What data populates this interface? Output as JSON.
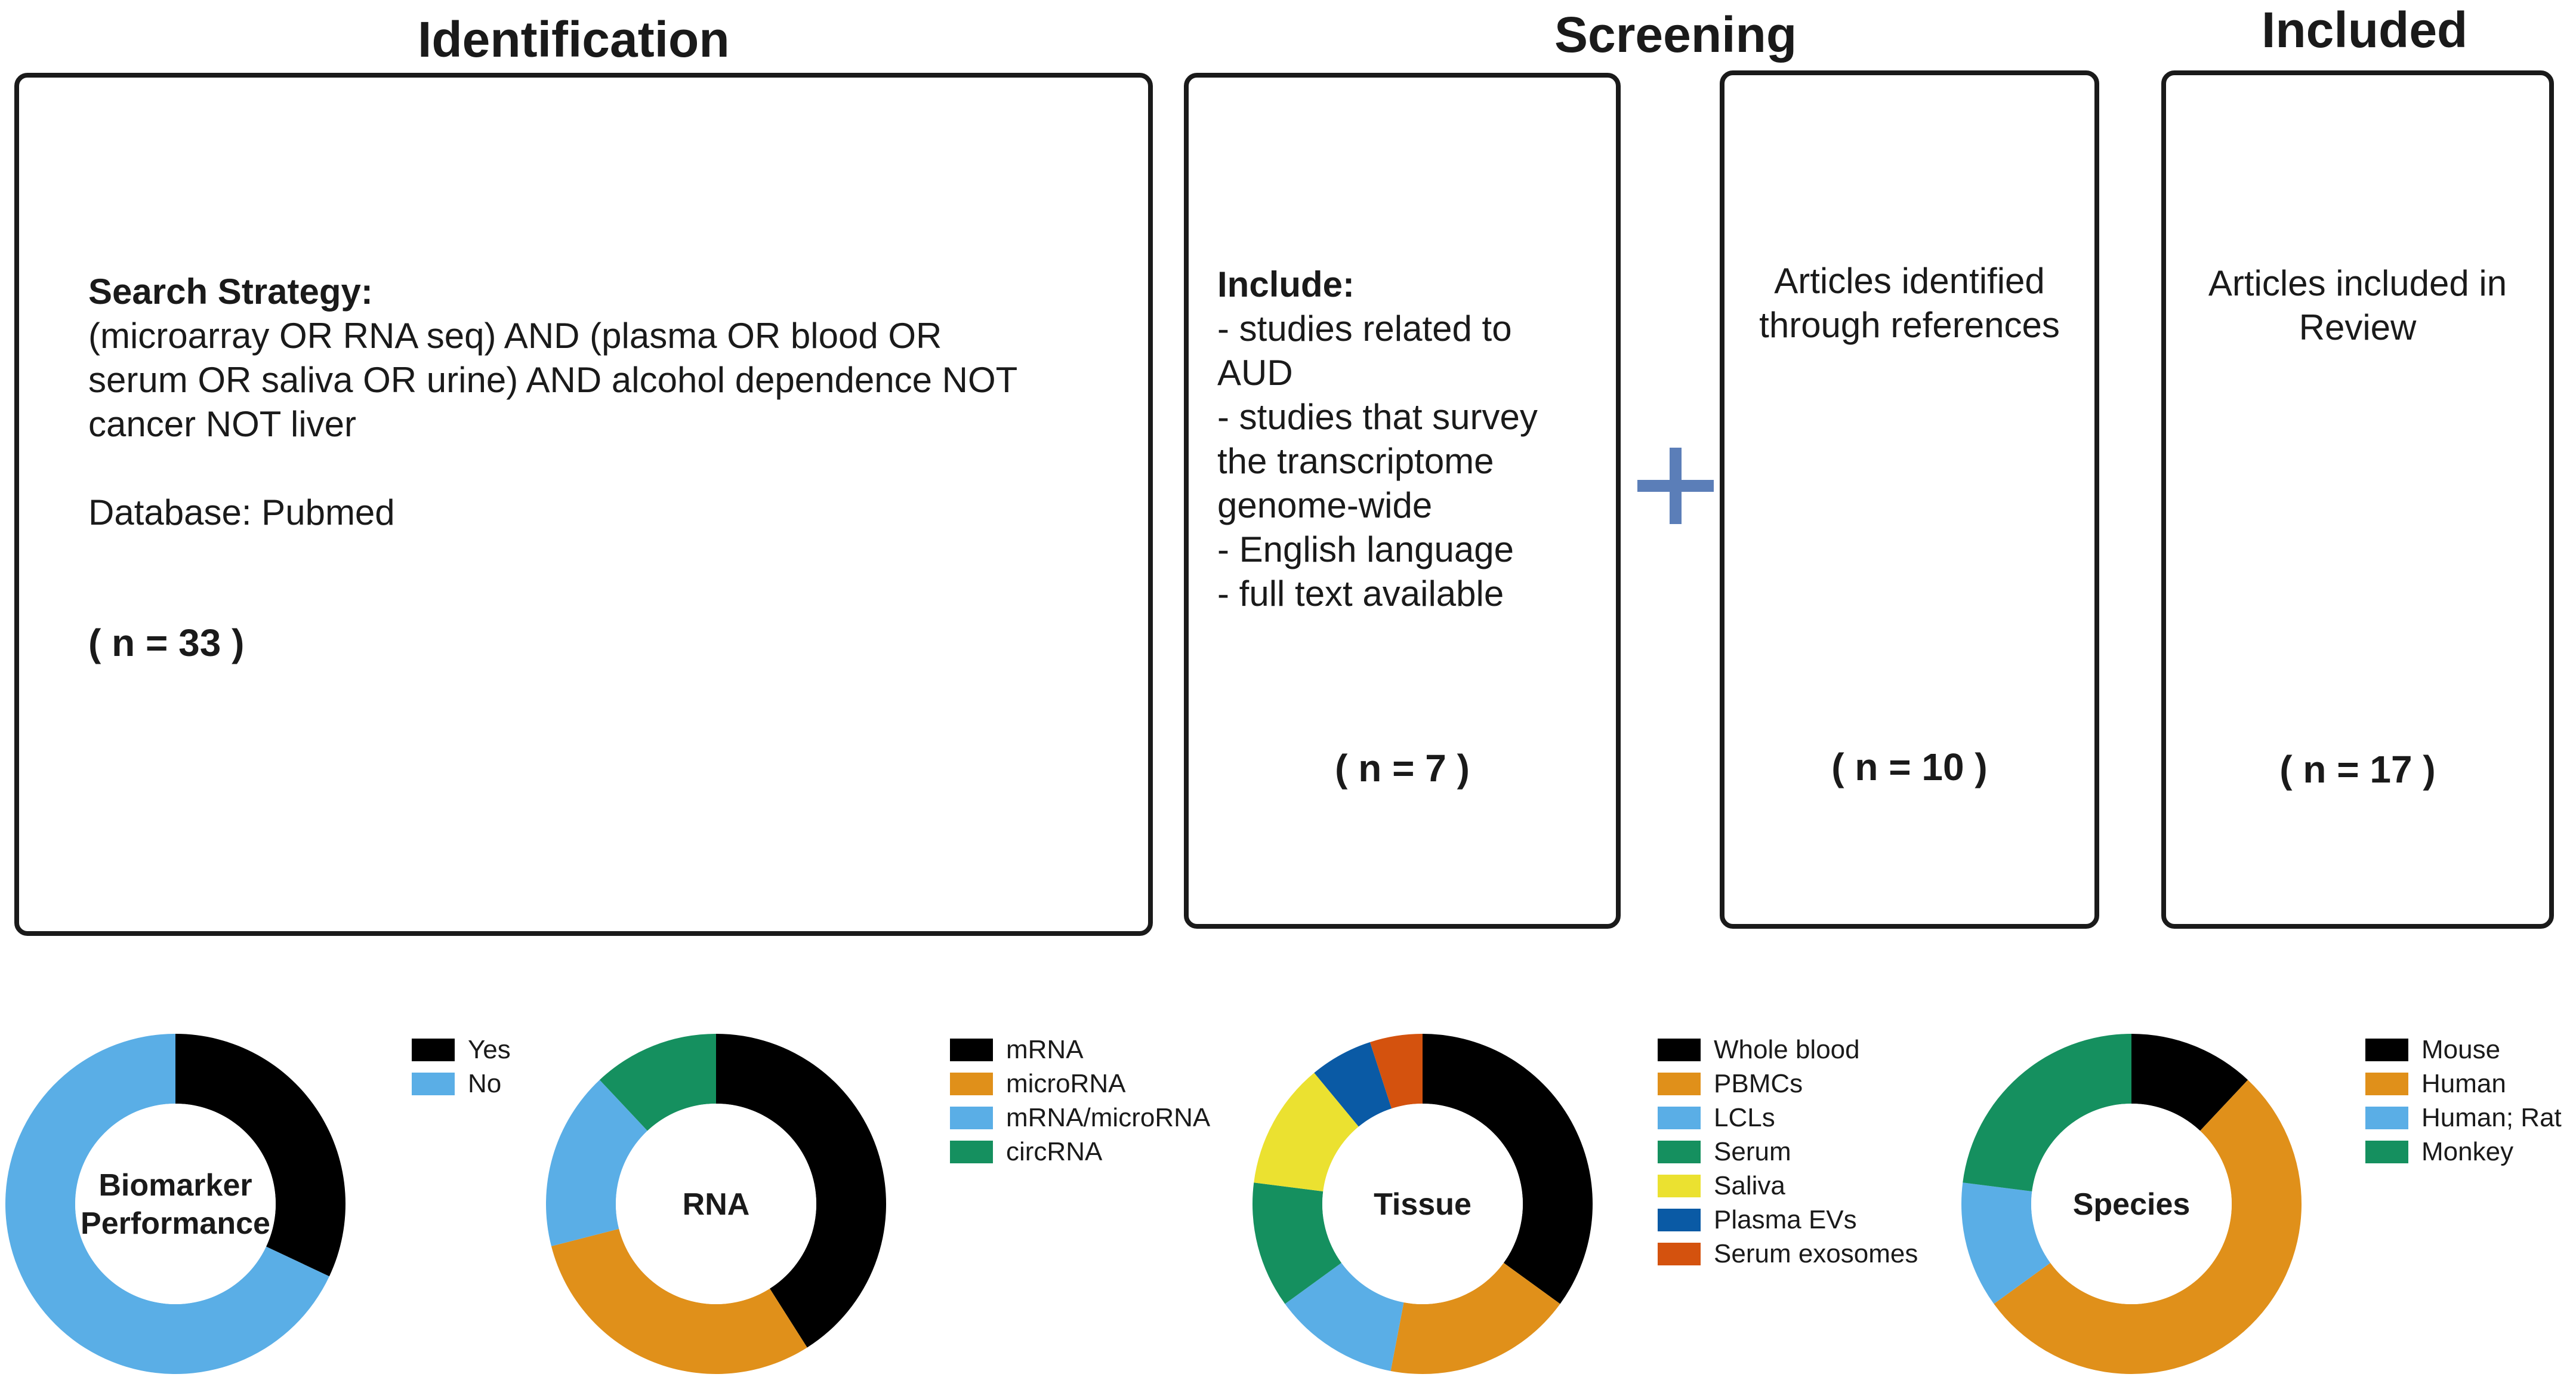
{
  "headings": {
    "identification": "Identification",
    "screening": "Screening",
    "included": "Included"
  },
  "identification_box": {
    "strategy_title": "Search Strategy:",
    "strategy_line1": "(microarray OR RNA seq) AND (plasma OR blood OR",
    "strategy_line2": "serum OR saliva OR urine) AND alcohol dependence NOT",
    "strategy_line3": "cancer NOT liver",
    "database": "Database: Pubmed",
    "count": "( n = 33 )"
  },
  "screening_box": {
    "include_title": "Include:",
    "lines": [
      "- studies related to",
      "AUD",
      "- studies that survey",
      "the transcriptome",
      "genome-wide",
      "- English language",
      "- full text available"
    ],
    "count": "( n = 7 )"
  },
  "references_box": {
    "line1": "Articles identified",
    "line2": "through references",
    "count": "( n = 10 )"
  },
  "included_box": {
    "line1": "Articles included in",
    "line2": "Review",
    "count": "( n = 17 )"
  },
  "colors": {
    "black": "#000000",
    "blue": "#5aaee6",
    "orange": "#e0901a",
    "green": "#15905f",
    "yellow": "#ebe130",
    "darkblue": "#0a5aa5",
    "redorange": "#d4520e",
    "plus": "#5b7eb8"
  },
  "donuts": [
    {
      "center_label": [
        "Biomarker",
        "Performance"
      ],
      "legend": [
        "Yes",
        "No"
      ],
      "values": [
        0.32,
        0.68
      ],
      "colors": [
        "#000000",
        "#5aaee6"
      ]
    },
    {
      "center_label": [
        "RNA"
      ],
      "legend": [
        "mRNA",
        "microRNA",
        "mRNA/microRNA",
        "circRNA"
      ],
      "values": [
        0.41,
        0.3,
        0.17,
        0.12
      ],
      "colors": [
        "#000000",
        "#e0901a",
        "#5aaee6",
        "#15905f"
      ]
    },
    {
      "center_label": [
        "Tissue"
      ],
      "legend": [
        "Whole blood",
        "PBMCs",
        "LCLs",
        "Serum",
        "Saliva",
        "Plasma EVs",
        "Serum exosomes"
      ],
      "values": [
        0.35,
        0.18,
        0.12,
        0.12,
        0.12,
        0.06,
        0.05
      ],
      "colors": [
        "#000000",
        "#e0901a",
        "#5aaee6",
        "#15905f",
        "#ebe130",
        "#0a5aa5",
        "#d4520e"
      ]
    },
    {
      "center_label": [
        "Species"
      ],
      "legend": [
        "Mouse",
        "Human",
        "Human; Rat",
        "Monkey"
      ],
      "values": [
        0.12,
        0.53,
        0.12,
        0.23
      ],
      "colors": [
        "#000000",
        "#e0901a",
        "#5aaee6",
        "#15905f"
      ]
    }
  ]
}
